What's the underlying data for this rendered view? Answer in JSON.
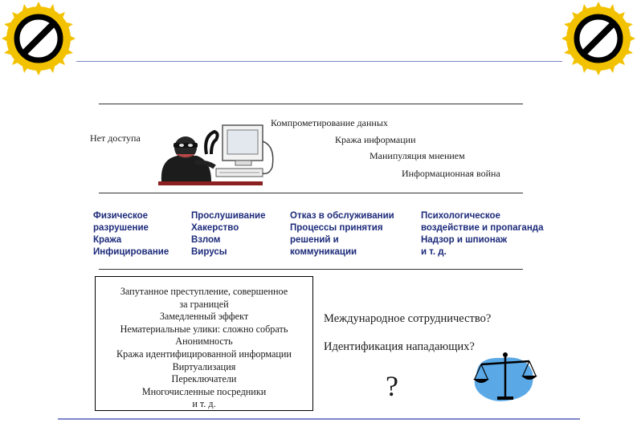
{
  "top_section": {
    "no_access": "Нет доступа",
    "threats": [
      "Компрометирование данных",
      "Кража информации",
      "Манипуляция мнением",
      "Информационная война"
    ]
  },
  "columns": [
    [
      "Физическое",
      "разрушение",
      "Кража",
      "Инфицирование"
    ],
    [
      "Прослушивание",
      "Хакерство",
      "Взлом",
      "Вирусы"
    ],
    [
      "Отказ в обслуживании",
      "Процессы принятия",
      "решений и",
      "коммуникации"
    ],
    [
      "Психологическое",
      "воздействие и пропаганда",
      "Надзор и шпионаж",
      "и т. д."
    ]
  ],
  "problems_box": {
    "lines": [
      "Запутанное преступление, совершенное",
      "за границей",
      "Замедленный эффект",
      "Нематериальные улики: сложно собрать",
      "Анонимность",
      "Кража идентифицированной информации",
      "Виртуализация",
      "Переключатели",
      "Многочисленные посредники",
      "и т. д."
    ]
  },
  "questions": {
    "cooperation": "Международное сотрудничество?",
    "identification": "Идентификация нападающих?",
    "question_mark": "?"
  },
  "colors": {
    "accent_rule": "#7e86c8",
    "column_text": "#1c2a7a",
    "badge_gold": "#f2c200",
    "scales_blue": "#5aa9e6"
  },
  "icons": [
    "no-entry-badge-icon",
    "hacker-computer-icon",
    "scales-of-justice-icon"
  ]
}
